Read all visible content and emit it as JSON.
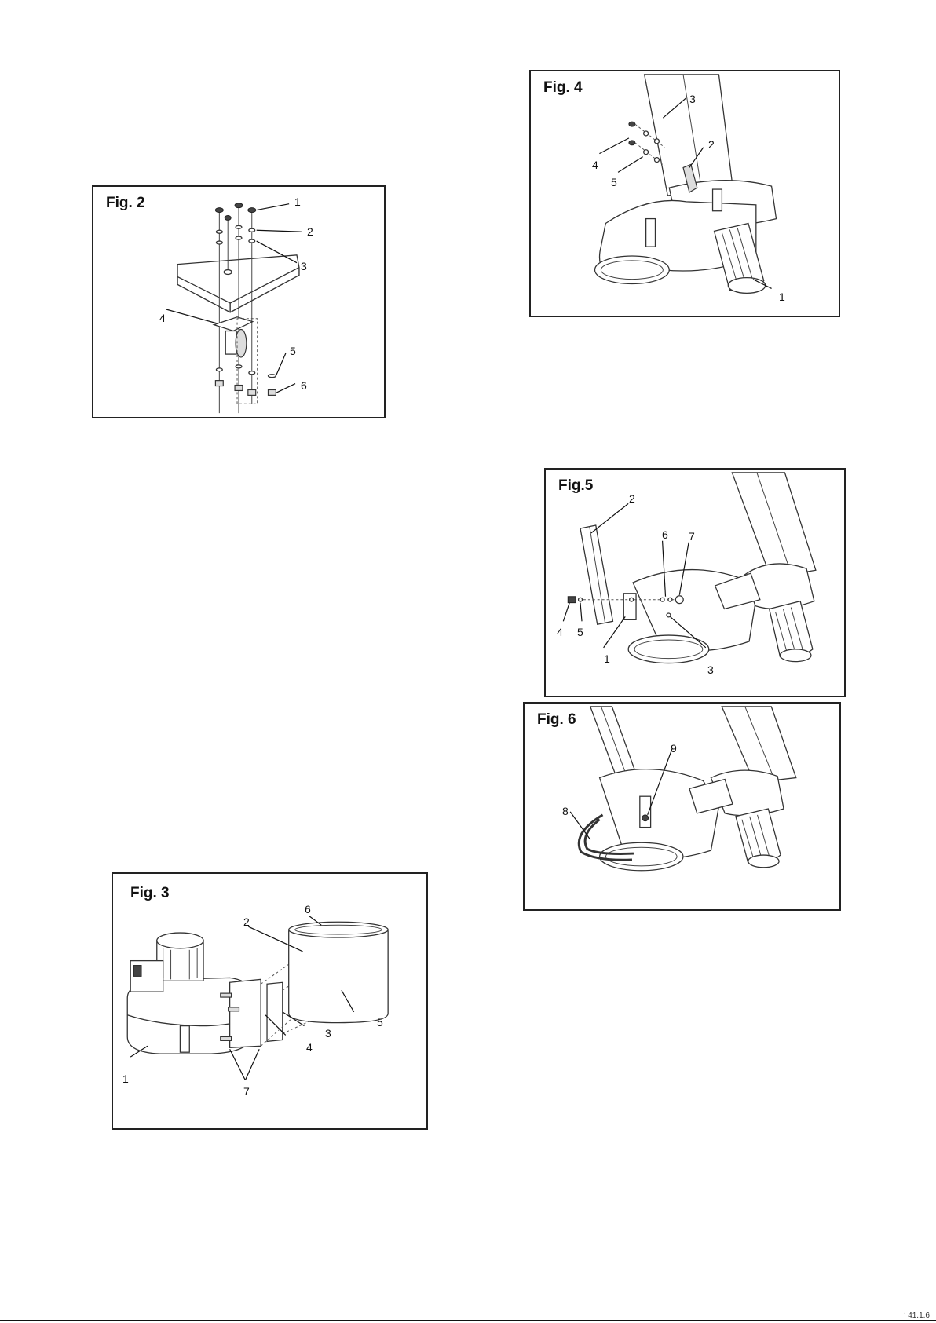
{
  "figures": {
    "fig2": {
      "title": "Fig. 2",
      "callouts": [
        "1",
        "2",
        "3",
        "4",
        "5",
        "6"
      ]
    },
    "fig3": {
      "title": "Fig. 3",
      "callouts": [
        "6",
        "2",
        "5",
        "3",
        "4",
        "1",
        "7"
      ]
    },
    "fig4": {
      "title": "Fig. 4",
      "callouts": [
        "3",
        "2",
        "4",
        "5",
        "1"
      ]
    },
    "fig5": {
      "title": "Fig.5",
      "callouts": [
        "2",
        "6",
        "7",
        "4",
        "5",
        "1",
        "3"
      ]
    },
    "fig6": {
      "title": "Fig. 6",
      "callouts": [
        "9",
        "8"
      ]
    }
  },
  "footer": {
    "mark": "‘ 41.1.6"
  }
}
